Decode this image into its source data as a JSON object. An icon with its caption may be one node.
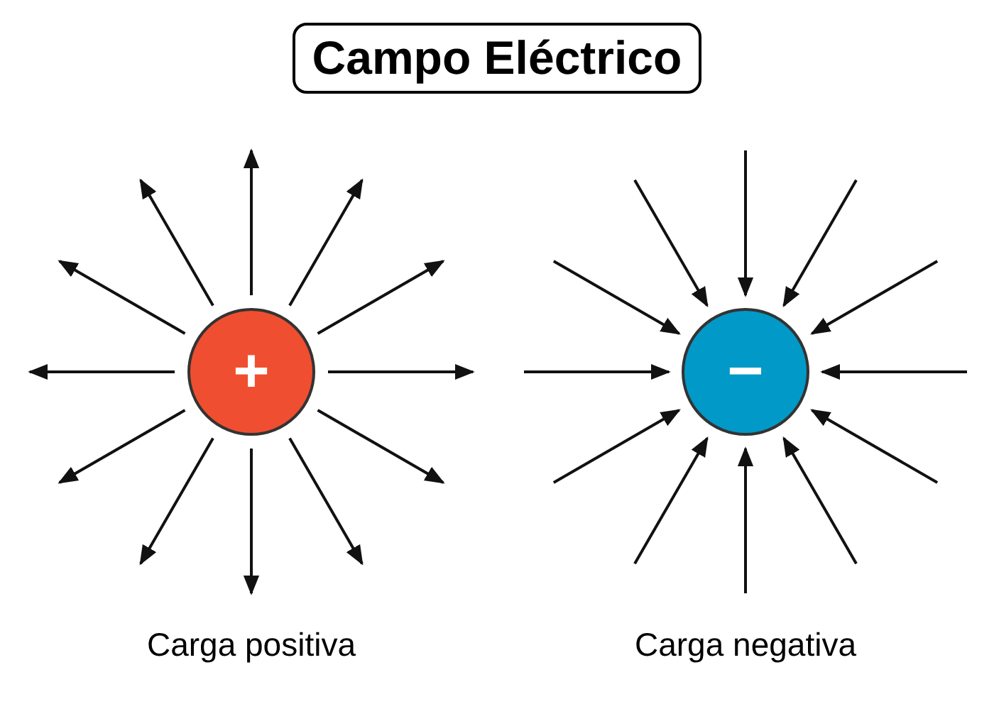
{
  "diagram": {
    "title": "Campo Eléctrico",
    "labels": [
      "Carga positiva",
      "Carga negativa"
    ],
    "nodes": [
      {
        "text": [
          "+"
        ]
      },
      {
        "text": [
          "−"
        ]
      }
    ],
    "edges": [
      {
        "from": 0,
        "to": null,
        "arrow": "to"
      },
      {
        "from": 0,
        "to": null,
        "arrow": "to"
      },
      {
        "from": 0,
        "to": null,
        "arrow": "to"
      },
      {
        "from": 0,
        "to": null,
        "arrow": "to"
      },
      {
        "from": 0,
        "to": null,
        "arrow": "to"
      },
      {
        "from": 0,
        "to": null,
        "arrow": "to"
      },
      {
        "from": 0,
        "to": null,
        "arrow": "to"
      },
      {
        "from": 0,
        "to": null,
        "arrow": "to"
      },
      {
        "from": 0,
        "to": null,
        "arrow": "to"
      },
      {
        "from": 0,
        "to": null,
        "arrow": "to"
      },
      {
        "from": 0,
        "to": null,
        "arrow": "to"
      },
      {
        "from": 0,
        "to": null,
        "arrow": "to"
      },
      {
        "from": null,
        "to": 1,
        "arrow": "to"
      },
      {
        "from": null,
        "to": 1,
        "arrow": "to"
      },
      {
        "from": null,
        "to": 1,
        "arrow": "to"
      },
      {
        "from": null,
        "to": 1,
        "arrow": "to"
      },
      {
        "from": null,
        "to": 1,
        "arrow": "to"
      },
      {
        "from": null,
        "to": 1,
        "arrow": "to"
      },
      {
        "from": null,
        "to": 1,
        "arrow": "to"
      },
      {
        "from": null,
        "to": 1,
        "arrow": "to"
      },
      {
        "from": null,
        "to": 1,
        "arrow": "to"
      },
      {
        "from": null,
        "to": 1,
        "arrow": "to"
      },
      {
        "from": null,
        "to": 1,
        "arrow": "to"
      },
      {
        "from": null,
        "to": 1,
        "arrow": "to"
      }
    ]
  }
}
